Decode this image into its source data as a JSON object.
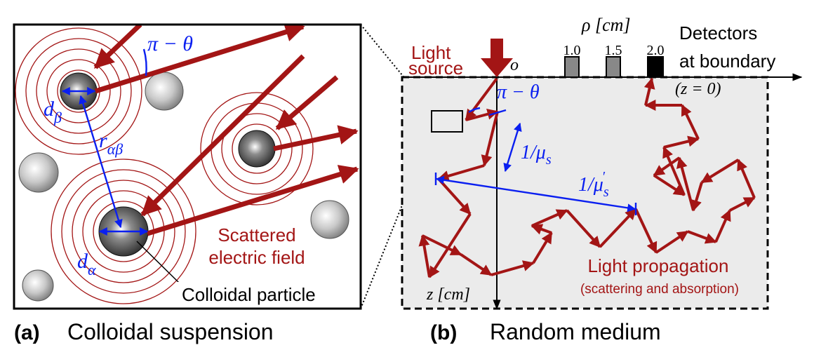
{
  "panel_a": {
    "letter": "(a)",
    "caption": "Colloidal suspension",
    "angle_label": "π − θ",
    "d_beta": "d",
    "d_beta_sub": "β",
    "r_ab": "r",
    "r_ab_sub": "αβ",
    "d_alpha": "d",
    "d_alpha_sub": "α",
    "scattered_line1": "Scattered",
    "scattered_line2": "electric field",
    "particle_label": "Colloidal particle"
  },
  "panel_b": {
    "letter": "(b)",
    "caption": "Random medium",
    "light_source_line1": "Light",
    "light_source_line2": "source",
    "origin": "o",
    "rho_label": "ρ [cm]",
    "detector_positions": [
      "1.0",
      "1.5",
      "2.0"
    ],
    "detectors_line1": "Detectors",
    "detectors_line2": "at boundary",
    "boundary_eq": "(z = 0)",
    "angle_label": "π − θ",
    "scatter_len": "1/μ",
    "scatter_len_sub": "s",
    "transport_len": "1/μ",
    "transport_len_sub": "s",
    "transport_len_prime": "′",
    "z_axis": "z [cm]",
    "propagation_line1": "Light propagation",
    "propagation_line2": "(scattering and absorption)"
  },
  "colors": {
    "dark_red": "#a31515",
    "blue": "#0a1ff0",
    "medium_fill": "#ebebeb",
    "black": "#000000"
  }
}
